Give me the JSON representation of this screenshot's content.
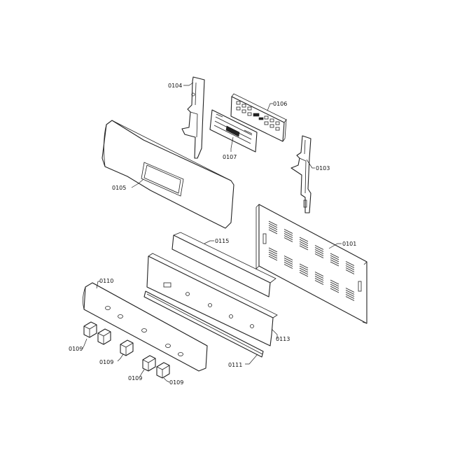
{
  "labels": {
    "p0104": "0104",
    "p0106": "0106",
    "p0107": "0107",
    "p0103": "0103",
    "p0105": "0105",
    "p0101": "0101",
    "p0115": "0115",
    "p0110": "0110",
    "p0113": "0113",
    "p0111": "0111",
    "p0109a": "0109",
    "p0109b": "0109",
    "p0109c": "0109",
    "p0109d": "0109"
  }
}
